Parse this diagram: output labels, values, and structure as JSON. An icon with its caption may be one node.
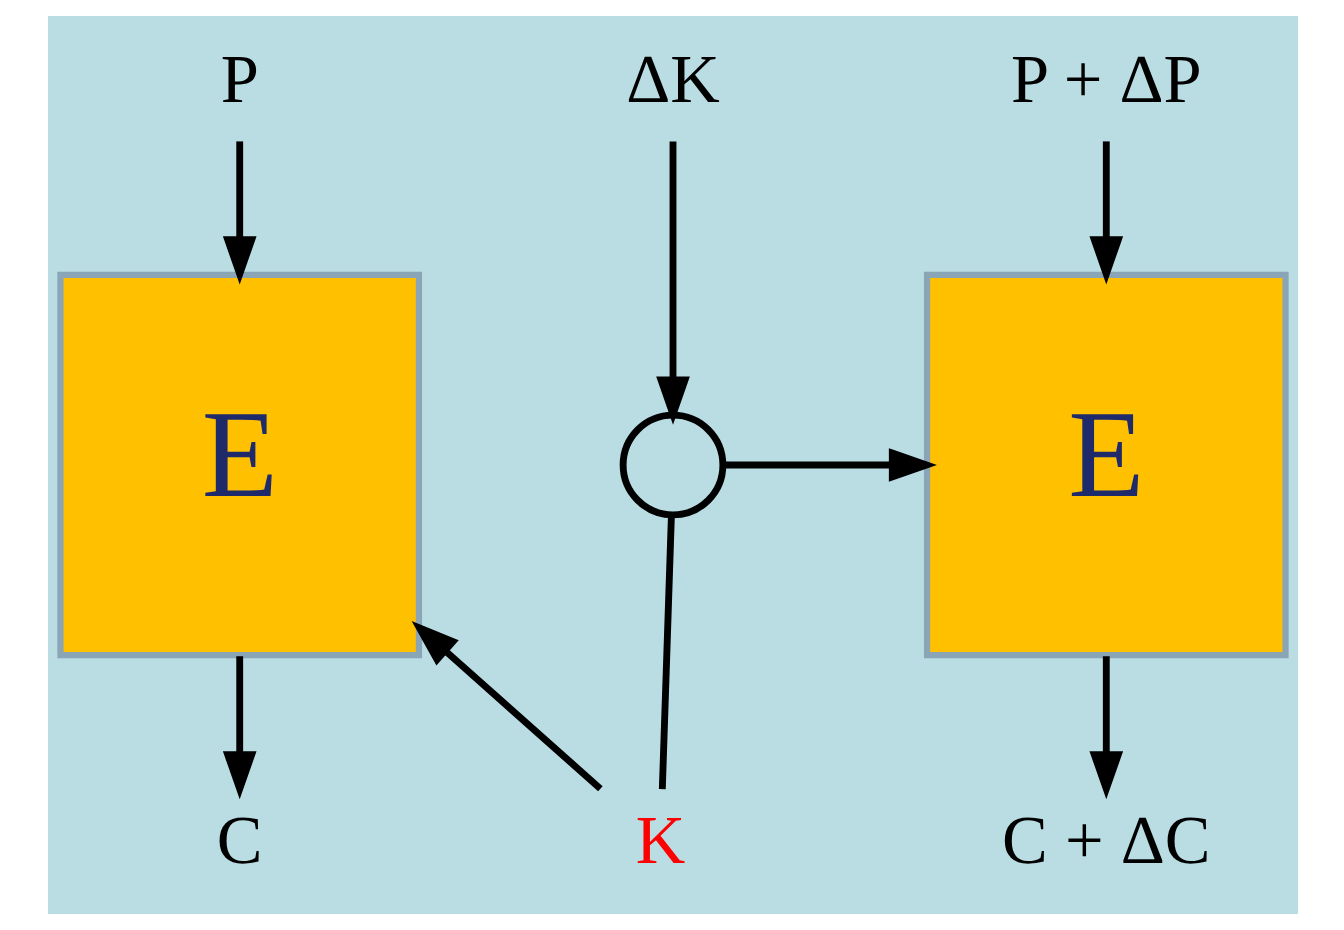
{
  "diagram": {
    "nodes": [
      {
        "text": [
          "P"
        ]
      },
      {
        "text": [
          "E"
        ]
      },
      {
        "text": [
          "C"
        ]
      },
      {
        "text": [
          "ΔK"
        ]
      },
      {
        "text": [],
        "shape": "circle"
      },
      {
        "text": [
          "K"
        ]
      },
      {
        "text": [
          "P + ΔP"
        ]
      },
      {
        "text": [
          "E"
        ]
      },
      {
        "text": [
          "C + ΔC"
        ]
      }
    ],
    "edges": [
      {
        "from": 0,
        "to": 1,
        "arrow": "to"
      },
      {
        "from": 1,
        "to": 2,
        "arrow": "to"
      },
      {
        "from": 6,
        "to": 7,
        "arrow": "to"
      },
      {
        "from": 7,
        "to": 8,
        "arrow": "to"
      },
      {
        "from": 3,
        "to": 4,
        "arrow": "to"
      },
      {
        "from": 5,
        "to": 1,
        "arrow": "to"
      },
      {
        "from": 5,
        "to": 4,
        "arrow": "none"
      },
      {
        "from": 4,
        "to": 7,
        "arrow": "to"
      }
    ]
  }
}
